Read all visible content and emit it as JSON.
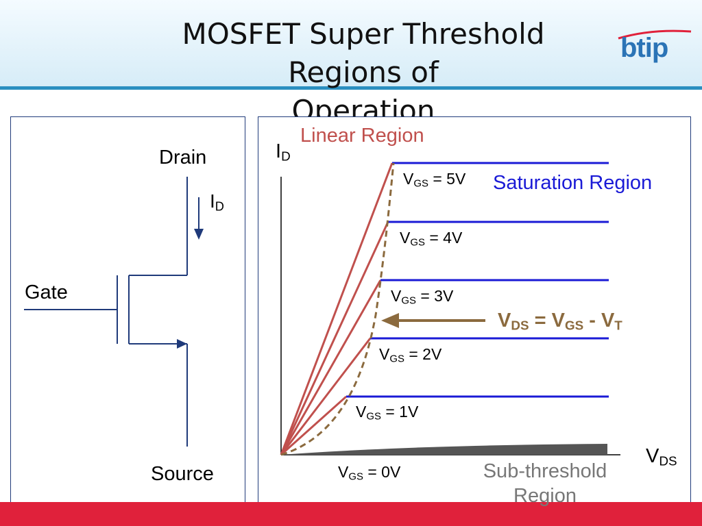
{
  "slide": {
    "title_line1": "MOSFET Super Threshold Regions of",
    "title_line2": "Operation",
    "logo": "btip"
  },
  "transistor": {
    "drain": "Drain",
    "gate": "Gate",
    "source": "Source",
    "current_main": "I",
    "current_sub": "D"
  },
  "graph": {
    "y_axis_main": "I",
    "y_axis_sub": "D",
    "x_axis_main": "V",
    "x_axis_sub": "DS",
    "linear_region": "Linear Region",
    "saturation_region": "Saturation Region",
    "subthreshold_line1": "Sub-threshold",
    "subthreshold_line2": "Region",
    "boundary": {
      "v1": "V",
      "s1": "DS",
      "eq": " = ",
      "v2": "V",
      "s2": "GS",
      "minus": " - ",
      "v3": "V",
      "s3": "T"
    },
    "curves": [
      {
        "main": "V",
        "sub": "GS",
        "rest": " = 5V"
      },
      {
        "main": "V",
        "sub": "GS",
        "rest": " = 4V"
      },
      {
        "main": "V",
        "sub": "GS",
        "rest": " = 3V"
      },
      {
        "main": "V",
        "sub": "GS",
        "rest": " = 2V"
      },
      {
        "main": "V",
        "sub": "GS",
        "rest": " = 1V"
      },
      {
        "main": "V",
        "sub": "GS",
        "rest": " = 0V"
      }
    ]
  },
  "colors": {
    "linear": "#c0504d",
    "saturation": "#1a1ad6",
    "boundary": "#8b6a3e",
    "subthreshold": "#555555",
    "circuit": "#1f3a7a"
  }
}
